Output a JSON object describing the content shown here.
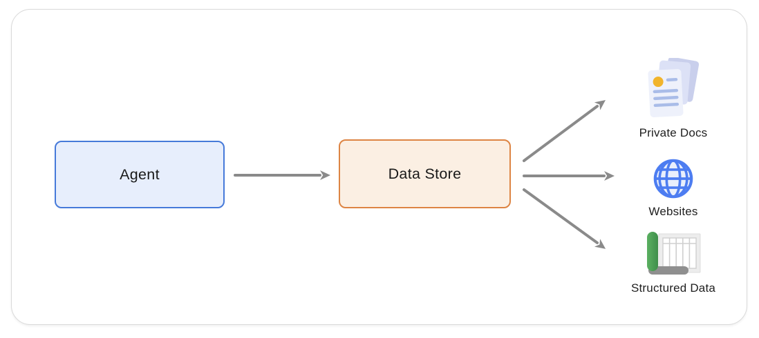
{
  "diagram": {
    "nodes": {
      "agent": {
        "label": "Agent",
        "fill": "#e7eefc",
        "border": "#4579d9"
      },
      "data_store": {
        "label": "Data Store",
        "fill": "#fbefe3",
        "border": "#dd8443"
      }
    },
    "targets": [
      {
        "label": "Private Docs",
        "icon": "stacked-documents-icon"
      },
      {
        "label": "Websites",
        "icon": "globe-icon"
      },
      {
        "label": "Structured Data",
        "icon": "spreadsheet-roll-icon"
      }
    ],
    "connections": [
      {
        "from": "Agent",
        "to": "Data Store"
      },
      {
        "from": "Data Store",
        "to": "Private Docs"
      },
      {
        "from": "Data Store",
        "to": "Websites"
      },
      {
        "from": "Data Store",
        "to": "Structured Data"
      }
    ],
    "colors": {
      "arrow": "#8a8a8a",
      "card_border": "#d9d9d9",
      "canvas_bg": "#ffffff",
      "label_text": "#1e1e1e",
      "doc_page_back": "#c9cfec",
      "doc_page_mid": "#dce1f6",
      "doc_page_front": "#eef1fb",
      "doc_text_line": "#a9bce8",
      "doc_bullet": "#f1b42b",
      "globe_stroke": "#4d7df1",
      "globe_fill": "#e9effc",
      "sheet_green": "#4ca155",
      "sheet_gray": "#8f8f8f",
      "sheet_grid_line": "#cfcfcf"
    }
  }
}
